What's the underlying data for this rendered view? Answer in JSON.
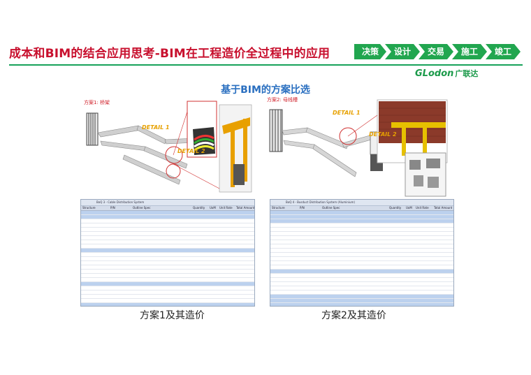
{
  "header": {
    "title": "成本和BIM的结合应用思考-BIM在工程造价全过程中的应用",
    "stages": [
      "决策",
      "设计",
      "交易",
      "施工",
      "竣工"
    ],
    "logo_text": "GLodon",
    "logo_cn": "广联达"
  },
  "main": {
    "subtitle": "基于BIM的方案比选",
    "left": {
      "scheme_label": "方案1: 桥架",
      "detail1": "DETAIL 1",
      "detail2": "DETAIL 2",
      "sheet_title": "BoQ 3 - Cable Distribution System",
      "caption": "方案1及其造价"
    },
    "right": {
      "scheme_label": "方案2: 母线槽",
      "detail1": "DETAIL 1",
      "detail2": "DETAIL 2",
      "sheet_title": "BoQ 4 - Busduct Distribution System (Aluminium)",
      "caption": "方案2及其造价"
    },
    "columns": [
      "Structure",
      "P/N",
      "Outline Spec",
      "Quantity",
      "UoM",
      "Unit Rate",
      "Total Amount"
    ]
  },
  "colors": {
    "accent_red": "#c8102e",
    "accent_green": "#21a64f",
    "subtitle_blue": "#2a6fc0"
  }
}
